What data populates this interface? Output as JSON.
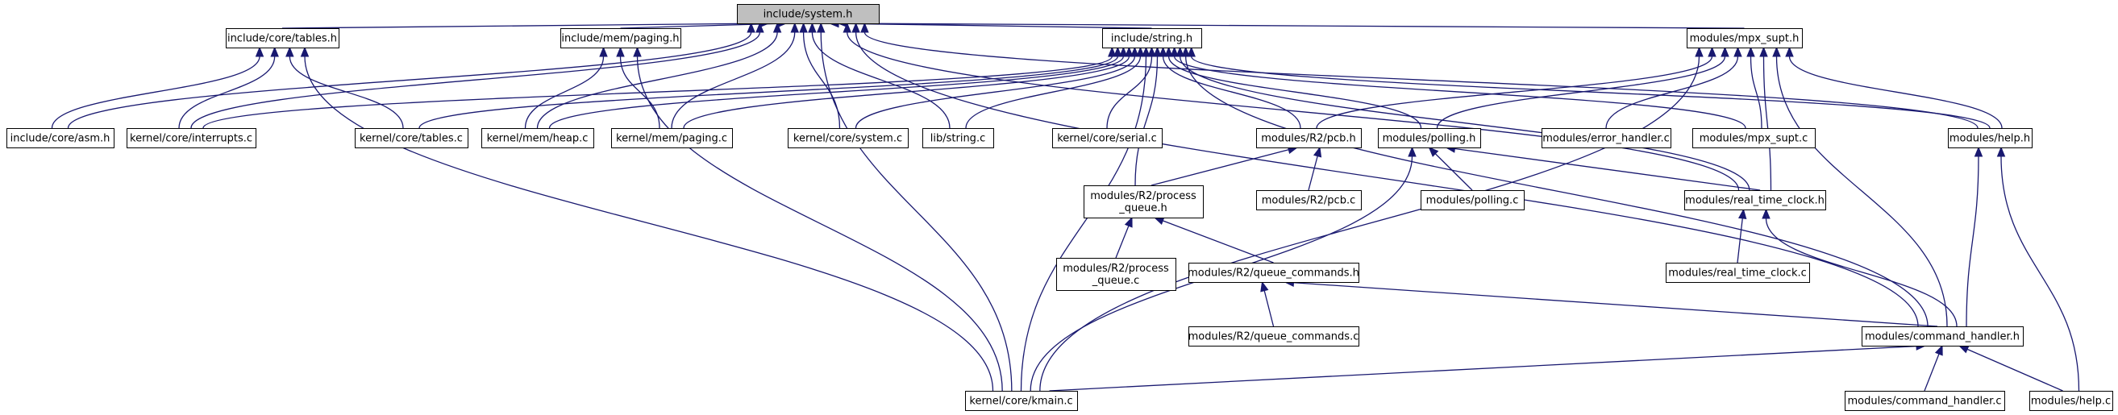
{
  "diagram": {
    "nodes": [
      {
        "id": "system_h",
        "label": [
          "include/system.h"
        ],
        "root": true
      },
      {
        "id": "tables_h",
        "label": [
          "include/core/tables.h"
        ]
      },
      {
        "id": "paging_h",
        "label": [
          "include/mem/paging.h"
        ]
      },
      {
        "id": "string_h",
        "label": [
          "include/string.h"
        ]
      },
      {
        "id": "mpx_supt_h",
        "label": [
          "modules/mpx_supt.h"
        ]
      },
      {
        "id": "asm_h",
        "label": [
          "include/core/asm.h"
        ]
      },
      {
        "id": "interrupts_c",
        "label": [
          "kernel/core/interrupts.c"
        ]
      },
      {
        "id": "tables_c",
        "label": [
          "kernel/core/tables.c"
        ]
      },
      {
        "id": "heap_c",
        "label": [
          "kernel/mem/heap.c"
        ]
      },
      {
        "id": "paging_c",
        "label": [
          "kernel/mem/paging.c"
        ]
      },
      {
        "id": "system_c",
        "label": [
          "kernel/core/system.c"
        ]
      },
      {
        "id": "lib_string_c",
        "label": [
          "lib/string.c"
        ]
      },
      {
        "id": "serial_c",
        "label": [
          "kernel/core/serial.c"
        ]
      },
      {
        "id": "pcb_h",
        "label": [
          "modules/R2/pcb.h"
        ]
      },
      {
        "id": "polling_h",
        "label": [
          "modules/polling.h"
        ]
      },
      {
        "id": "error_handler_c",
        "label": [
          "modules/error_handler.c"
        ]
      },
      {
        "id": "mpx_supt_c",
        "label": [
          "modules/mpx_supt.c"
        ]
      },
      {
        "id": "help_h",
        "label": [
          "modules/help.h"
        ]
      },
      {
        "id": "process_queue_h",
        "label": [
          "modules/R2/process",
          "_queue.h"
        ]
      },
      {
        "id": "pcb_c",
        "label": [
          "modules/R2/pcb.c"
        ]
      },
      {
        "id": "polling_c",
        "label": [
          "modules/polling.c"
        ]
      },
      {
        "id": "real_time_clock_h",
        "label": [
          "modules/real_time_clock.h"
        ]
      },
      {
        "id": "process_queue_c",
        "label": [
          "modules/R2/process",
          "_queue.c"
        ]
      },
      {
        "id": "queue_commands_h",
        "label": [
          "modules/R2/queue_commands.h"
        ]
      },
      {
        "id": "real_time_clock_c",
        "label": [
          "modules/real_time_clock.c"
        ]
      },
      {
        "id": "queue_commands_c",
        "label": [
          "modules/R2/queue_commands.c"
        ]
      },
      {
        "id": "command_handler_h",
        "label": [
          "modules/command_handler.h"
        ]
      },
      {
        "id": "kmain_c",
        "label": [
          "kernel/core/kmain.c"
        ]
      },
      {
        "id": "command_handler_c",
        "label": [
          "modules/command_handler.c"
        ]
      },
      {
        "id": "help_c",
        "label": [
          "modules/help.c"
        ]
      }
    ],
    "edges": [
      [
        "system_h",
        "tables_h"
      ],
      [
        "system_h",
        "paging_h"
      ],
      [
        "system_h",
        "string_h"
      ],
      [
        "system_h",
        "mpx_supt_h"
      ],
      [
        "system_h",
        "asm_h"
      ],
      [
        "system_h",
        "interrupts_c"
      ],
      [
        "system_h",
        "heap_c"
      ],
      [
        "system_h",
        "paging_c"
      ],
      [
        "system_h",
        "system_c"
      ],
      [
        "system_h",
        "lib_string_c"
      ],
      [
        "system_h",
        "kmain_c"
      ],
      [
        "system_h",
        "help_h"
      ],
      [
        "system_h",
        "real_time_clock_h"
      ],
      [
        "system_h",
        "command_handler_h"
      ],
      [
        "tables_h",
        "asm_h"
      ],
      [
        "tables_h",
        "interrupts_c"
      ],
      [
        "tables_h",
        "tables_c"
      ],
      [
        "tables_h",
        "kmain_c"
      ],
      [
        "paging_h",
        "heap_c"
      ],
      [
        "paging_h",
        "paging_c"
      ],
      [
        "paging_h",
        "kmain_c"
      ],
      [
        "string_h",
        "interrupts_c"
      ],
      [
        "string_h",
        "tables_c"
      ],
      [
        "string_h",
        "heap_c"
      ],
      [
        "string_h",
        "paging_c"
      ],
      [
        "string_h",
        "system_c"
      ],
      [
        "string_h",
        "lib_string_c"
      ],
      [
        "string_h",
        "serial_c"
      ],
      [
        "string_h",
        "pcb_h"
      ],
      [
        "string_h",
        "polling_h"
      ],
      [
        "string_h",
        "mpx_supt_c"
      ],
      [
        "string_h",
        "help_h"
      ],
      [
        "string_h",
        "process_queue_h"
      ],
      [
        "string_h",
        "real_time_clock_h"
      ],
      [
        "string_h",
        "kmain_c"
      ],
      [
        "string_h",
        "command_handler_h"
      ],
      [
        "mpx_supt_h",
        "pcb_h"
      ],
      [
        "mpx_supt_h",
        "polling_h"
      ],
      [
        "mpx_supt_h",
        "error_handler_c"
      ],
      [
        "mpx_supt_h",
        "mpx_supt_c"
      ],
      [
        "mpx_supt_h",
        "help_h"
      ],
      [
        "mpx_supt_h",
        "real_time_clock_h"
      ],
      [
        "mpx_supt_h",
        "command_handler_h"
      ],
      [
        "mpx_supt_h",
        "kmain_c"
      ],
      [
        "pcb_h",
        "pcb_c"
      ],
      [
        "pcb_h",
        "process_queue_h"
      ],
      [
        "polling_h",
        "polling_c"
      ],
      [
        "polling_h",
        "real_time_clock_h"
      ],
      [
        "polling_h",
        "kmain_c"
      ],
      [
        "help_h",
        "command_handler_h"
      ],
      [
        "help_h",
        "help_c"
      ],
      [
        "process_queue_h",
        "process_queue_c"
      ],
      [
        "process_queue_h",
        "queue_commands_h"
      ],
      [
        "real_time_clock_h",
        "real_time_clock_c"
      ],
      [
        "real_time_clock_h",
        "command_handler_h"
      ],
      [
        "queue_commands_h",
        "queue_commands_c"
      ],
      [
        "queue_commands_h",
        "command_handler_h"
      ],
      [
        "command_handler_h",
        "kmain_c"
      ],
      [
        "command_handler_h",
        "command_handler_c"
      ],
      [
        "command_handler_h",
        "help_c"
      ]
    ]
  },
  "colors": {
    "edge": "#191970",
    "node_border": "#000000",
    "node_fill": "#ffffff",
    "root_fill": "#bfbfbf"
  }
}
